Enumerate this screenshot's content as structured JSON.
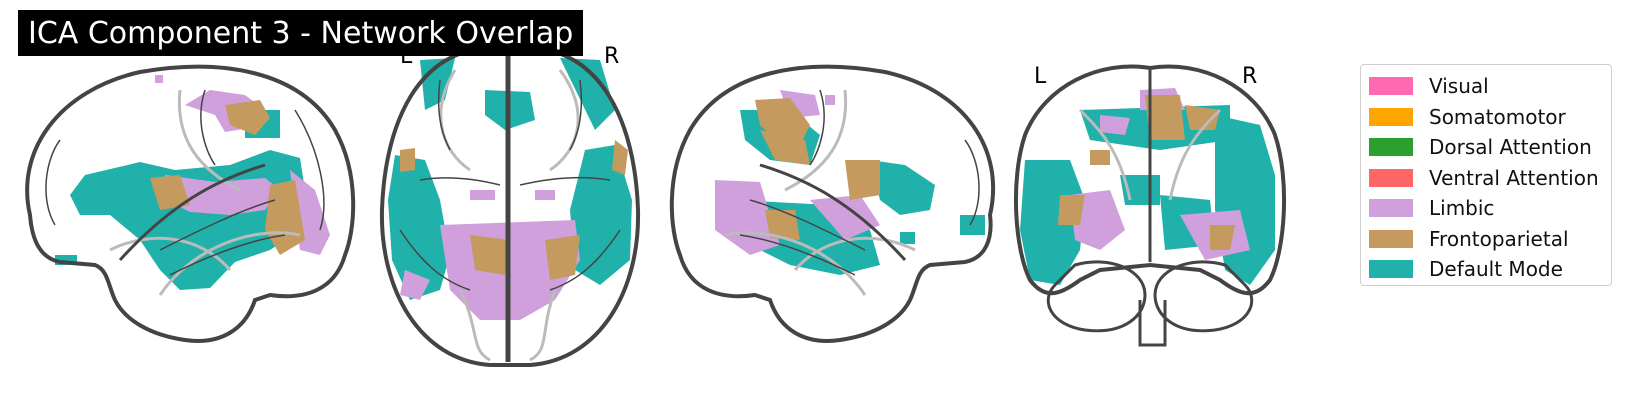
{
  "title": "ICA Component 3 - Network Overlap",
  "views": {
    "axial": {
      "left_label": "L",
      "right_label": "R"
    },
    "coronal": {
      "left_label": "L",
      "right_label": "R"
    }
  },
  "legend": [
    {
      "label": "Visual",
      "color": "#ff69b4"
    },
    {
      "label": "Somatomotor",
      "color": "#ffa500"
    },
    {
      "label": "Dorsal Attention",
      "color": "#2ca02c"
    },
    {
      "label": "Ventral Attention",
      "color": "#ff6666"
    },
    {
      "label": "Limbic",
      "color": "#cfa0dc"
    },
    {
      "label": "Frontoparietal",
      "color": "#c49a5e"
    },
    {
      "label": "Default Mode",
      "color": "#20b2aa"
    }
  ]
}
